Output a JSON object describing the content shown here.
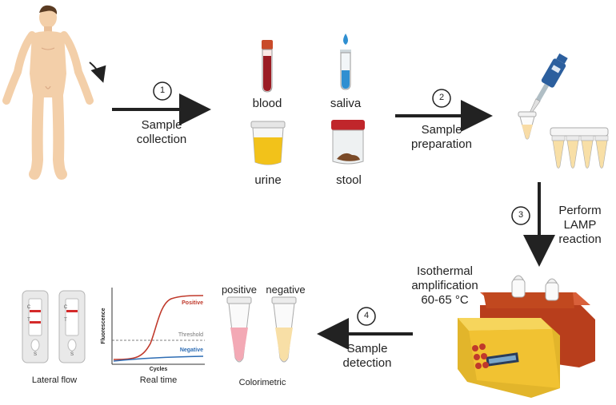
{
  "steps": [
    {
      "number": "1",
      "label_line1": "Sample",
      "label_line2": "collection"
    },
    {
      "number": "2",
      "label_line1": "Sample",
      "label_line2": "preparation"
    },
    {
      "number": "3",
      "label_line1": "Perform",
      "label_line2": "LAMP",
      "label_line3": "reaction"
    },
    {
      "number": "4",
      "label_line1": "Sample",
      "label_line2": "detection"
    }
  ],
  "samples": {
    "blood": "blood",
    "saliva": "saliva",
    "urine": "urine",
    "stool": "stool"
  },
  "amplification": {
    "line1": "Isothermal",
    "line2": "amplification",
    "line3": "60-65 °C"
  },
  "colorimetric": {
    "positive": "positive",
    "negative": "negative",
    "caption": "Colorimetric"
  },
  "lateral_flow": {
    "caption": "Lateral flow",
    "c_mark": "C",
    "t_mark": "T",
    "s_mark": "S"
  },
  "real_time": {
    "caption": "Real time",
    "xlabel": "Cycles",
    "ylabel": "Fluorescence",
    "positive": "Positive",
    "threshold": "Threshold",
    "negative": "Negative"
  },
  "colors": {
    "arrow": "#222222",
    "blood": "#9b1c24",
    "saliva": "#2f8fd1",
    "urine": "#f2c21a",
    "stool_lid": "#c0262b",
    "skin": "#f3cfa9",
    "heater_body": "#f1c232",
    "heater_block": "#c1481f",
    "pipette": "#2c5f9e",
    "positive_curve": "#c0392b",
    "negative_curve": "#2e6db4",
    "positive_tube": "#f3a9b5",
    "negative_tube": "#f8dfa6"
  }
}
